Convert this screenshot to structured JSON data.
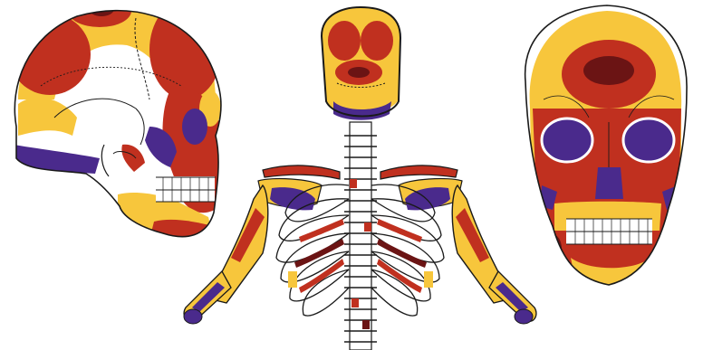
{
  "figure": {
    "panels": [
      {
        "view": "skull-lateral"
      },
      {
        "view": "upper-skeleton-posterior"
      },
      {
        "view": "skull-anterior"
      }
    ],
    "colors": {
      "background": "#ffffff",
      "outline": "#1a1a1a",
      "high": "#c0301f",
      "highest": "#6b1414",
      "medium": "#f7c63c",
      "low": "#4a2a8c"
    }
  }
}
